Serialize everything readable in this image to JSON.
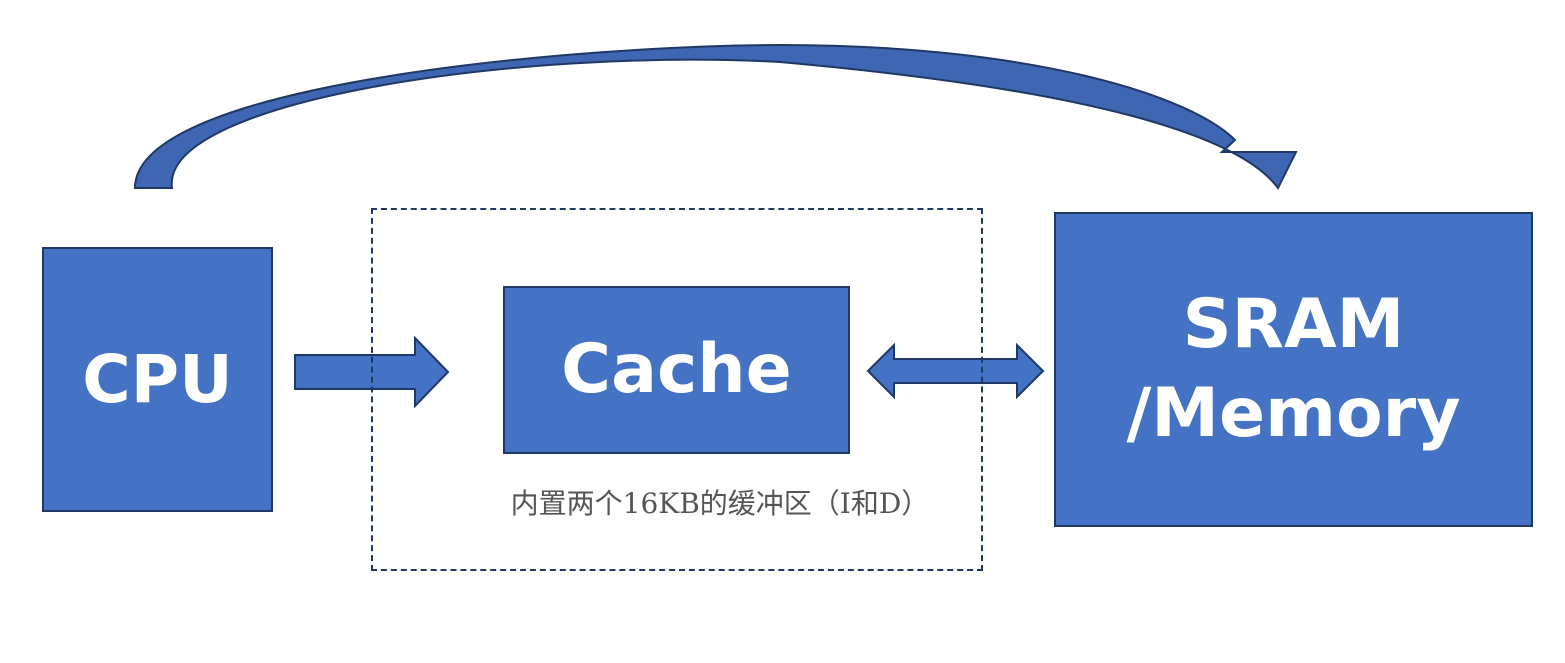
{
  "colors": {
    "box_fill": "#4472c4",
    "box_border": "#1f3864",
    "arrow_fill": "#4472c4",
    "curved_arrow_fill": "#3f66b3",
    "dashed_border": "#1f3864",
    "caption_text": "#555555",
    "box_text": "#ffffff"
  },
  "nodes": {
    "cpu": {
      "label": "CPU"
    },
    "cache": {
      "label": "Cache"
    },
    "sram": {
      "label": "SRAM\n/Memory"
    }
  },
  "cache_region": {
    "caption": "内置两个16KB的缓冲区（I和D）"
  },
  "edges": [
    {
      "from": "cpu",
      "to": "cache",
      "type": "single-arrow"
    },
    {
      "from": "cache",
      "to": "sram",
      "type": "double-arrow"
    },
    {
      "from": "cpu",
      "to": "sram",
      "type": "curved-arrow"
    }
  ]
}
